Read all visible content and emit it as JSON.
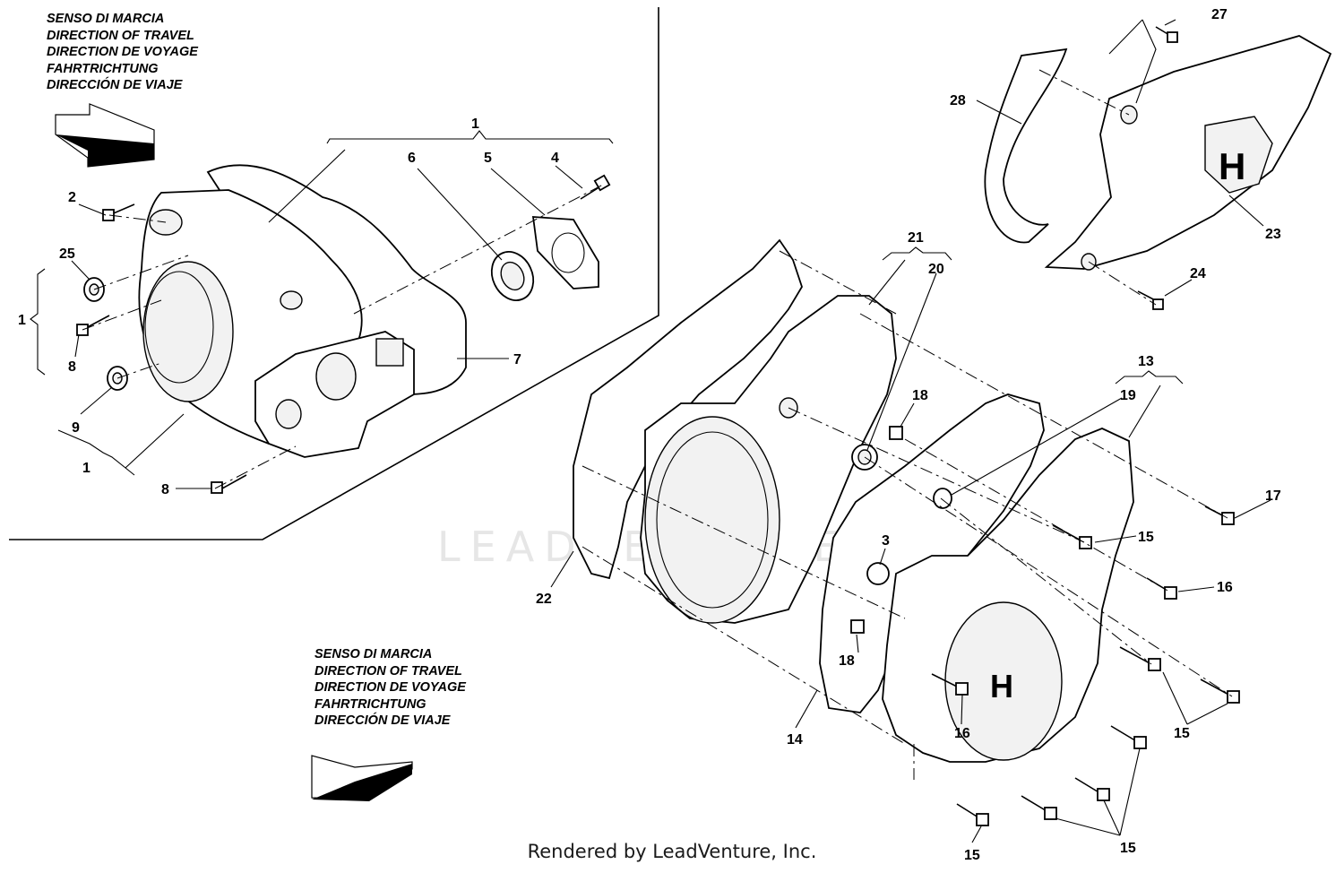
{
  "direction_block_top": {
    "lines": [
      "SENSO DI MARCIA",
      "DIRECTION OF TRAVEL",
      "DIRECTION DE VOYAGE",
      "FAHRTRICHTUNG",
      "DIRECCIÓN DE VIAJE"
    ]
  },
  "direction_block_bottom": {
    "lines": [
      "SENSO DI MARCIA",
      "DIRECTION OF TRAVEL",
      "DIRECTION DE VOYAGE",
      "FAHRTRICHTUNG",
      "DIRECCIÓN DE VIAJE"
    ]
  },
  "callouts": {
    "c1_top": "1",
    "c1_left": "1",
    "c1_bottom": "1",
    "c2": "2",
    "c3": "3",
    "c4": "4",
    "c5": "5",
    "c6": "6",
    "c7": "7",
    "c8a": "8",
    "c8b": "8",
    "c9": "9",
    "c13": "13",
    "c14": "14",
    "c15a": "15",
    "c15b": "15",
    "c15c": "15",
    "c15d": "15",
    "c16a": "16",
    "c16b": "16",
    "c17": "17",
    "c18a": "18",
    "c18b": "18",
    "c19": "19",
    "c20": "20",
    "c21": "21",
    "c22": "22",
    "c23": "23",
    "c24": "24",
    "c25": "25",
    "c27": "27",
    "c28": "28"
  },
  "logo_letter": "H",
  "watermark": "LEADVENTURE",
  "footer": "Rendered by LeadVenture, Inc."
}
